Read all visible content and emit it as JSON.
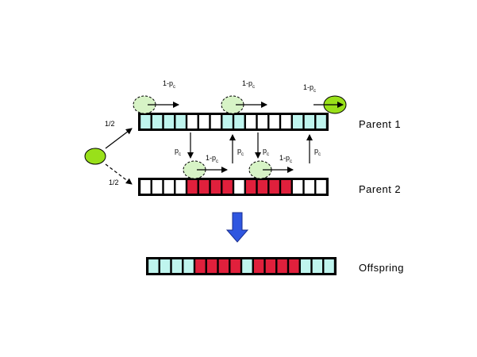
{
  "colors": {
    "cyan": "#bff5ee",
    "white": "#ffffff",
    "red": "#e0203c",
    "green": "#99e01a",
    "light_green": "#d7f3c6",
    "blue": "#2f56e0",
    "outline": "#000000"
  },
  "labels": {
    "prob_half_top": "1/2",
    "prob_half_bottom": "1/2",
    "one_minus": "1-p",
    "p": "p",
    "c_sub": "c",
    "parent1": "Parent 1",
    "parent2": "Parent 2",
    "offspring": "Offspring"
  },
  "chromosomes": {
    "parent1": [
      "cyan",
      "cyan",
      "cyan",
      "cyan",
      "white",
      "white",
      "white",
      "cyan",
      "cyan",
      "white",
      "white",
      "white",
      "white",
      "cyan",
      "cyan",
      "cyan"
    ],
    "parent2": [
      "white",
      "white",
      "white",
      "white",
      "red",
      "red",
      "red",
      "red",
      "white",
      "red",
      "red",
      "red",
      "red",
      "white",
      "white",
      "white"
    ],
    "offspring": [
      "cyan",
      "cyan",
      "cyan",
      "cyan",
      "red",
      "red",
      "red",
      "red",
      "cyan",
      "red",
      "red",
      "red",
      "red",
      "cyan",
      "cyan",
      "cyan"
    ]
  }
}
